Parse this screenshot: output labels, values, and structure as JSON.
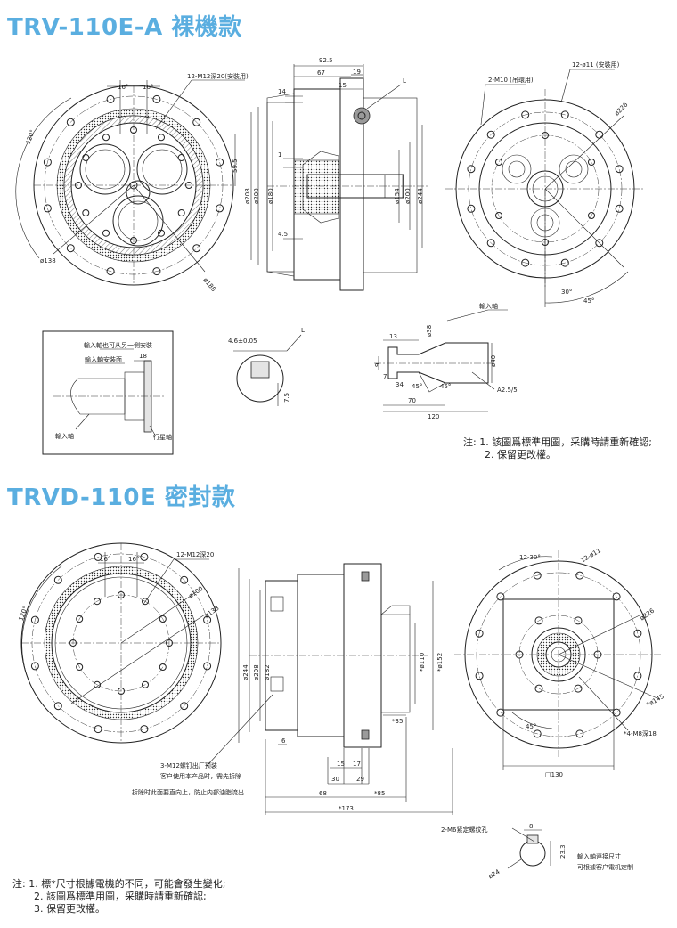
{
  "section1": {
    "title": "TRV-110E-A 裸機款",
    "note_lines": [
      "注: 1. 該圖爲標準用圖，采購時請重新確認;",
      "2. 保留更改權。"
    ],
    "dims": {
      "d138": "ø138",
      "d188": "ø188",
      "angle120": "120°",
      "angle16a": "16°",
      "angle16b": "16°",
      "m12": "12-M12深20(安裝用)",
      "len925": "92.5",
      "len67": "67",
      "len19": "19",
      "len15": "15",
      "len14": "14",
      "len1": "1",
      "len45": "4.5",
      "len595": "59.5",
      "d208": "ø208",
      "d200": "ø200",
      "d180": "ø180",
      "d154": "ø154",
      "d200b": "ø200",
      "d244": "ø244",
      "labelL": "L",
      "m10": "2-M10 (吊環用)",
      "d11": "12-ø11 (安裝用)",
      "d226": "ø226",
      "angle30": "30°",
      "angle45": "45°",
      "key": "4.6±0.05",
      "key2": "7.5",
      "labelL2": "L",
      "s13": "13",
      "s38": "ø38",
      "s9": "9",
      "s7": "7",
      "s34": "34",
      "s45a": "45°",
      "s45b": "45°",
      "s40": "ø40",
      "s70": "70",
      "s120": "120",
      "a25": "A2.5/5",
      "input_shaft": "輸入軸",
      "box_l1": "輸入軸也可从另一側安裝",
      "box_l2": "輸入軸安裝面",
      "box_l3": "18",
      "box_l4": "輸入軸",
      "box_l5": "行星軸"
    }
  },
  "section2": {
    "title": "TRVD-110E 密封款",
    "note_lines": [
      "注: 1. 標*尺寸根據電機的不同，可能會發生變化;",
      "2. 該圖爲標準用圖，采購時請重新確認;",
      "3. 保留更改權。"
    ],
    "dims": {
      "m12": "12-M12深20",
      "angle16a": "16°",
      "angle16b": "16°",
      "angle120": "120°",
      "d100": "ø100",
      "d138": "ø138",
      "d244": "ø244",
      "d208": "ø208",
      "d182": "ø182",
      "d110": "*ø110",
      "d152": "*ø152",
      "len35": "*35",
      "len15": "15",
      "len17": "17",
      "len30": "30",
      "len29": "29",
      "len68": "68",
      "len85": "*85",
      "len173": "*173",
      "len6": "6",
      "note_a": "3-M12螺钉出厂预装",
      "note_b": "客户使用本产品时，需先拆除",
      "note_c": "拆除时此面要直向上，防止内部油脂流出",
      "d11": "12-ø11",
      "angle30": "12-30°",
      "d226": "ø226",
      "d145": "*ø145",
      "m8": "*4-M8深18",
      "angle45": "45°",
      "sq130": "□130",
      "m6": "2-M6紧定螺纹孔",
      "k8": "8",
      "k233": "23.3",
      "k24": "ø24",
      "input_a": "輸入軸連接尺寸",
      "input_b": "可根據客户電机定制"
    }
  }
}
